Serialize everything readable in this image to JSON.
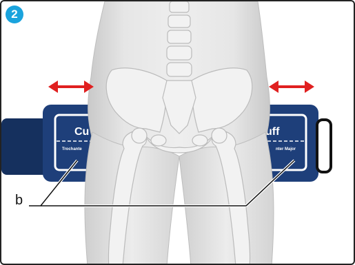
{
  "step_number": "2",
  "callout_label": "b",
  "cuff_left": {
    "title": "Cu",
    "subtitle": "Trochante"
  },
  "cuff_right": {
    "title": "uff",
    "subtitle": "nter Major"
  },
  "colors": {
    "badge": "#1aa3dd",
    "cuff_navy": "#1e3f7a",
    "cuff_dark": "#15305e",
    "cuff_outline": "#ffffff",
    "arrow_red": "#e02020",
    "body_gray": "#dcdcdc",
    "bone_gray": "#f2f2f2"
  },
  "icons": [
    "double-arrow-left-icon",
    "double-arrow-right-icon"
  ]
}
